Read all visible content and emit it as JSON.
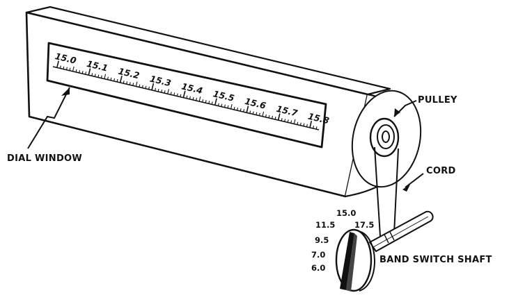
{
  "labels": {
    "dial_window": "DIAL WINDOW",
    "pulley": "PULLEY",
    "cord": "CORD",
    "band_switch_shaft": "BAND SWITCH SHAFT"
  },
  "dial_scale": [
    "15.0",
    "15.1",
    "15.2",
    "15.3",
    "15.4",
    "15.5",
    "15.6",
    "15.7",
    "15.8"
  ],
  "band_positions": [
    "15.0",
    "11.5",
    "17.5",
    "9.5",
    "7.0",
    "6.0"
  ],
  "colors": {
    "ink": "#111111",
    "paper": "#ffffff"
  }
}
